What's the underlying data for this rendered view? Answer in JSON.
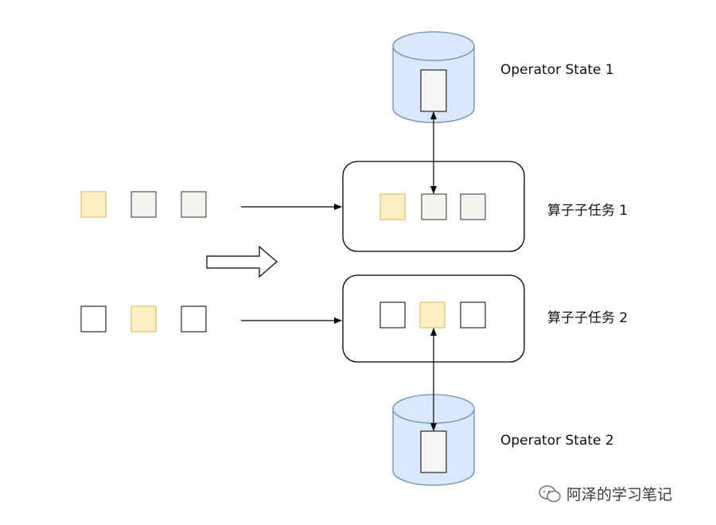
{
  "diagram": {
    "state_labels": [
      "Operator State 1",
      "Operator State 2"
    ],
    "task_labels": [
      "算子子任务 1",
      "算子子任务 2"
    ],
    "watermark": "阿泽的学习笔记",
    "colors": {
      "yellow_fill": "#fdf0c4",
      "yellow_stroke": "#d6b656",
      "gray_fill": "#f5f5f0",
      "gray_stroke": "#666666",
      "white_fill": "#ffffff",
      "stroke": "#000000",
      "cylinder_fill": "#dae8fc",
      "cylinder_stroke": "#6c8ebf"
    },
    "icons": [
      "hollow-right-arrow-icon",
      "chat-bubble-icon"
    ]
  }
}
